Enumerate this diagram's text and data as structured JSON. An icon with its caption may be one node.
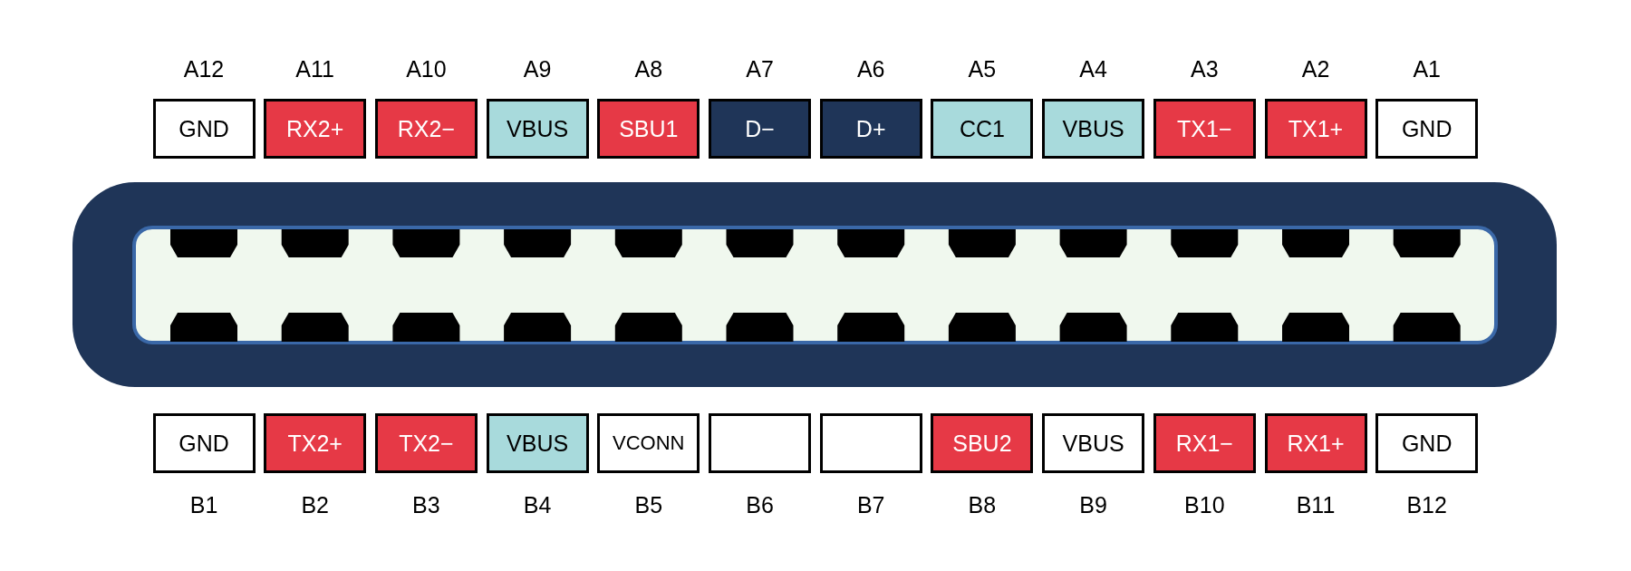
{
  "diagram": {
    "nodes": [
      {
        "text": [
          "GND"
        ],
        "beside": [
          "A12"
        ]
      },
      {
        "text": [
          "RX2+"
        ],
        "beside": [
          "A11"
        ]
      },
      {
        "text": [
          "RX2−"
        ],
        "beside": [
          "A10"
        ]
      },
      {
        "text": [
          "VBUS"
        ],
        "beside": [
          "A9"
        ]
      },
      {
        "text": [
          "SBU1"
        ],
        "beside": [
          "A8"
        ]
      },
      {
        "text": [
          "D−"
        ],
        "beside": [
          "A7"
        ]
      },
      {
        "text": [
          "D+"
        ],
        "beside": [
          "A6"
        ]
      },
      {
        "text": [
          "CC1"
        ],
        "beside": [
          "A5"
        ]
      },
      {
        "text": [
          "VBUS"
        ],
        "beside": [
          "A4"
        ]
      },
      {
        "text": [
          "TX1−"
        ],
        "beside": [
          "A3"
        ]
      },
      {
        "text": [
          "TX1+"
        ],
        "beside": [
          "A2"
        ]
      },
      {
        "text": [
          "GND"
        ],
        "beside": [
          "A1"
        ]
      },
      {
        "text": [
          "GND"
        ],
        "beside": [
          "B1"
        ]
      },
      {
        "text": [
          "TX2+"
        ],
        "beside": [
          "B2"
        ]
      },
      {
        "text": [
          "TX2−"
        ],
        "beside": [
          "B3"
        ]
      },
      {
        "text": [
          "VBUS"
        ],
        "beside": [
          "B4"
        ]
      },
      {
        "text": [
          "VCONN"
        ],
        "beside": [
          "B5"
        ]
      },
      {
        "text": [],
        "shape": "box",
        "beside": [
          "B6"
        ]
      },
      {
        "text": [],
        "shape": "box",
        "beside": [
          "B7"
        ]
      },
      {
        "text": [
          "SBU2"
        ],
        "beside": [
          "B8"
        ]
      },
      {
        "text": [
          "VBUS"
        ],
        "beside": [
          "B9"
        ]
      },
      {
        "text": [
          "RX1−"
        ],
        "beside": [
          "B10"
        ]
      },
      {
        "text": [
          "RX1+"
        ],
        "beside": [
          "B11"
        ]
      },
      {
        "text": [
          "GND"
        ],
        "beside": [
          "B12"
        ]
      }
    ]
  }
}
